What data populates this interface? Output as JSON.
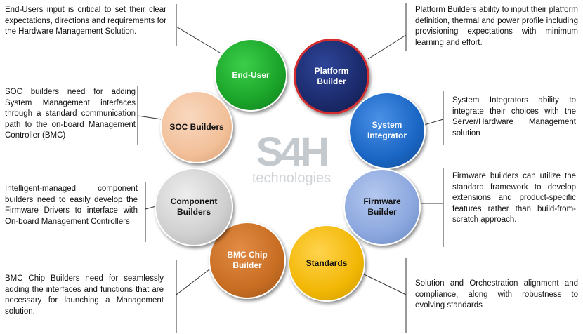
{
  "nodes": {
    "end_user": {
      "label": "End-User",
      "color": "#1aa329"
    },
    "platform_builder": {
      "label": "Platform Builder",
      "color": "#1b2a6b",
      "border": "#d62e2e"
    },
    "system_integrator": {
      "label": "System Integrator",
      "color": "#1a66c4"
    },
    "firmware_builder": {
      "label": "Firmware Builder",
      "color": "#8ba7de"
    },
    "standards": {
      "label": "Standards",
      "color": "#f2b705"
    },
    "bmc_chip_builder": {
      "label": "BMC Chip Builder",
      "color": "#c86e23"
    },
    "component_builders": {
      "label": "Component Builders",
      "color": "#cfcfcf"
    },
    "soc_builders": {
      "label": "SOC Builders",
      "color": "#f2c09a"
    }
  },
  "descriptions": {
    "end_user": "End-Users input is critical to set their clear expectations, directions and requirements for the Hardware Management Solution.",
    "platform_builder": "Platform Builders ability to input their platform definition, thermal and power profile including provisioning expectations with minimum learning and effort.",
    "soc_builders": "SOC builders need for adding System Management interfaces through a standard communication path to the on-board Management Controller (BMC)",
    "system_integrator": "System Integrators ability to integrate their choices with the Server/Hardware Management solution",
    "component_builders": "Intelligent-managed component builders need to easily develop the Firmware Drivers to interface with On-board Management Controllers",
    "firmware_builder": "Firmware builders can utilize the standard framework to develop extensions and product-specific features rather than build-from-scratch approach.",
    "bmc_chip_builder": "BMC Chip Builders need for seamlessly adding the interfaces and functions that are necessary for launching a Management solution.",
    "standards": "Solution and Orchestration alignment and compliance, along with robustness to evolving standards"
  },
  "logo": {
    "mark": "S4H",
    "subtitle": "technologies"
  }
}
